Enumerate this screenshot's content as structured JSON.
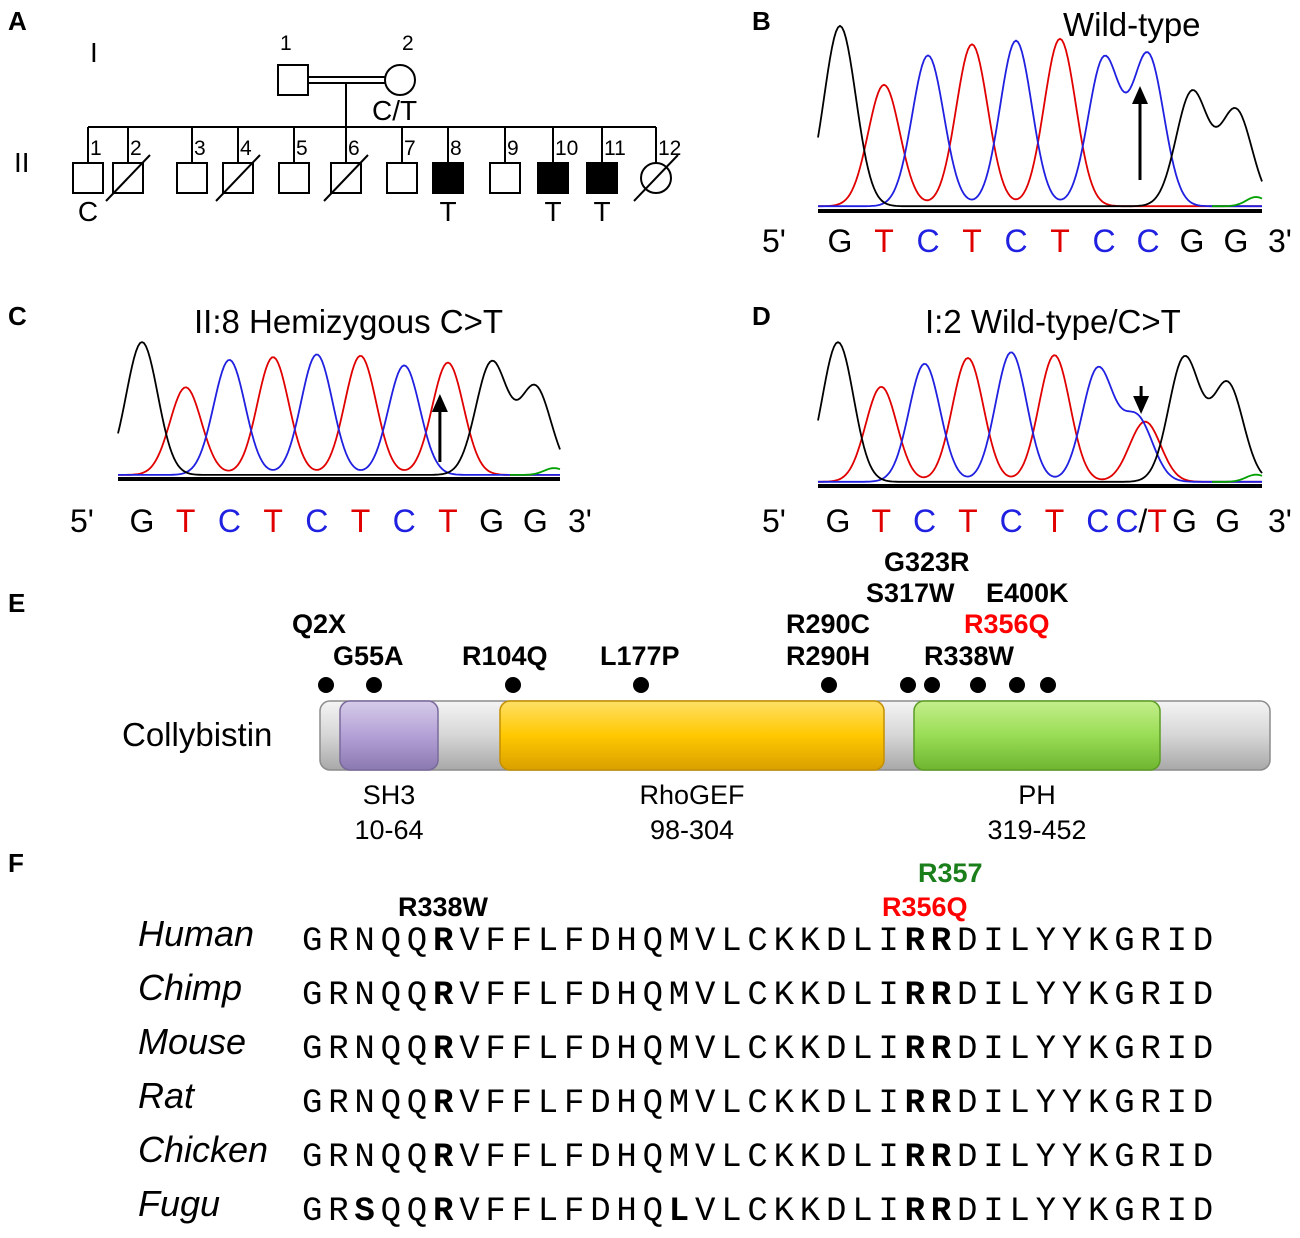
{
  "colors": {
    "trace_G": "#000000",
    "trace_T": "#e00000",
    "trace_C": "#2020e0",
    "trace_A": "#00a000",
    "highlight_red": "#ff0000",
    "highlight_green": "#1a7f1a",
    "sh3": "#b9a6d8",
    "rhogef": "#ffc800",
    "ph": "#99dd55",
    "backbone": "#d9d9d9"
  },
  "panelA": {
    "letter": "A",
    "generations": [
      "I",
      "II"
    ],
    "parents": [
      {
        "number": "1",
        "sex": "male",
        "genotype": ""
      },
      {
        "number": "2",
        "sex": "female",
        "genotype": "C/T"
      }
    ],
    "children": [
      {
        "number": "1",
        "sex": "male",
        "affected": false,
        "deceased": false,
        "genotype": "C"
      },
      {
        "number": "2",
        "sex": "male",
        "affected": false,
        "deceased": true,
        "genotype": ""
      },
      {
        "number": "3",
        "sex": "male",
        "affected": false,
        "deceased": false,
        "genotype": ""
      },
      {
        "number": "4",
        "sex": "male",
        "affected": false,
        "deceased": true,
        "genotype": ""
      },
      {
        "number": "5",
        "sex": "male",
        "affected": false,
        "deceased": false,
        "genotype": ""
      },
      {
        "number": "6",
        "sex": "male",
        "affected": false,
        "deceased": true,
        "genotype": ""
      },
      {
        "number": "7",
        "sex": "male",
        "affected": false,
        "deceased": false,
        "genotype": ""
      },
      {
        "number": "8",
        "sex": "male",
        "affected": true,
        "deceased": false,
        "genotype": "T"
      },
      {
        "number": "9",
        "sex": "male",
        "affected": false,
        "deceased": false,
        "genotype": ""
      },
      {
        "number": "10",
        "sex": "male",
        "affected": true,
        "deceased": false,
        "genotype": "T"
      },
      {
        "number": "11",
        "sex": "male",
        "affected": true,
        "deceased": false,
        "genotype": "T"
      },
      {
        "number": "12",
        "sex": "female",
        "affected": false,
        "deceased": true,
        "genotype": ""
      }
    ]
  },
  "chromatograms": [
    {
      "letter": "B",
      "title": "Wild-type",
      "prime5": "5'",
      "prime3": "3'",
      "bases": [
        "G",
        "T",
        "C",
        "T",
        "C",
        "T",
        "C",
        "C",
        "G",
        "G"
      ],
      "arrow": "up",
      "arrow_index": 7,
      "het_index": -1
    },
    {
      "letter": "C",
      "title": "II:8 Hemizygous C>T",
      "prime5": "5'",
      "prime3": "3'",
      "bases": [
        "G",
        "T",
        "C",
        "T",
        "C",
        "T",
        "C",
        "T",
        "G",
        "G"
      ],
      "arrow": "up",
      "arrow_index": 7,
      "het_index": -1
    },
    {
      "letter": "D",
      "title": "I:2 Wild-type/C>T",
      "prime5": "5'",
      "prime3": "3'",
      "bases": [
        "G",
        "T",
        "C",
        "T",
        "C",
        "T",
        "C",
        "C/T",
        "G",
        "G"
      ],
      "arrow": "down",
      "arrow_index": 7,
      "het_index": 7
    }
  ],
  "panelE": {
    "letter": "E",
    "protein": "Collybistin",
    "domains": [
      {
        "name": "SH3",
        "range": "10-64",
        "start": 10,
        "end": 64
      },
      {
        "name": "RhoGEF",
        "range": "98-304",
        "start": 98,
        "end": 304
      },
      {
        "name": "PH",
        "range": "319-452",
        "start": 319,
        "end": 452
      }
    ],
    "mutation_positions": [
      2,
      55,
      104,
      177,
      290,
      317,
      323,
      338,
      356,
      400
    ],
    "mutation_labels": [
      "Q2X",
      "G55A",
      "R104Q",
      "L177P",
      "R290C",
      "R290H",
      "G323R",
      "S317W",
      "E400K",
      "R356Q",
      "R338W"
    ]
  },
  "panelF": {
    "letter": "F",
    "label_r357": "R357",
    "label_r356q": "R356Q",
    "label_r338w": "R338W",
    "species": [
      "Human",
      "Chimp",
      "Mouse",
      "Rat",
      "Chicken",
      "Fugu"
    ],
    "sequences": [
      "GRNQQRVFFLFDHQMVLCKKDLIRRDILYYKGRID",
      "GRNQQRVFFLFDHQMVLCKKDLIRRDILYYKGRID",
      "GRNQQRVFFLFDHQMVLCKKDLIRRDILYYKGRID",
      "GRNQQRVFFLFDHQMVLCKKDLIRRDILYYKGRID",
      "GRNQQRVFFLFDHQMVLCKKDLIRRDILYYKGRID",
      "GRSQQRVFFLFDHQLVLCKKDLIRRDILYYKGRID"
    ]
  }
}
